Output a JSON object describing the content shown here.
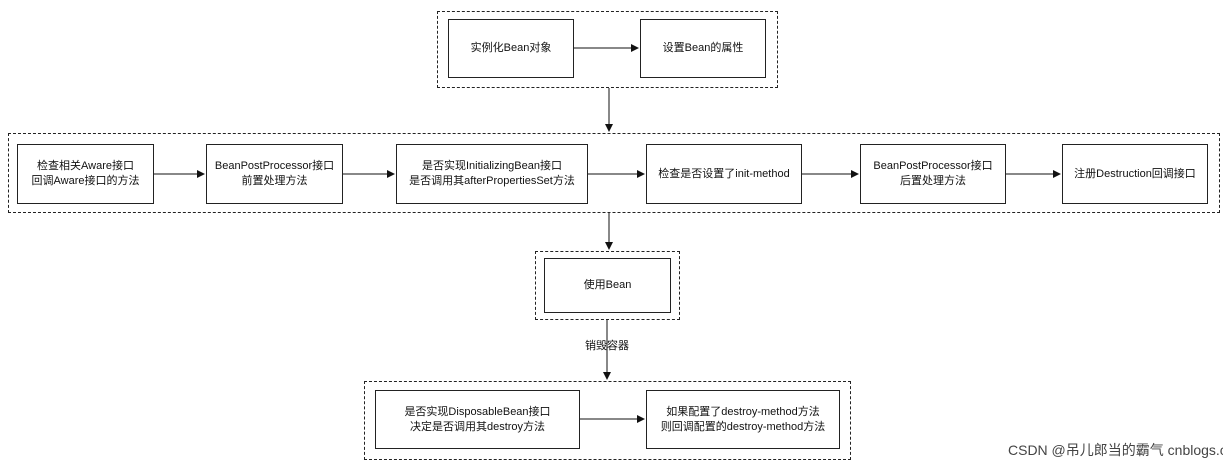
{
  "diagram": {
    "group1": {
      "instantiate": "实例化Bean对象",
      "set_properties": "设置Bean的属性"
    },
    "group2": {
      "aware_line1": "检查相关Aware接口",
      "aware_line2": "回调Aware接口的方法",
      "bpp_before_line1": "BeanPostProcessor接口",
      "bpp_before_line2": "前置处理方法",
      "initbean_line1": "是否实现InitializingBean接口",
      "initbean_line2": "是否调用其afterPropertiesSet方法",
      "init_method": "检查是否设置了init-method",
      "bpp_after_line1": "BeanPostProcessor接口",
      "bpp_after_line2": "后置处理方法",
      "register_destruction": "注册Destruction回调接口"
    },
    "group3": {
      "use_bean": "使用Bean"
    },
    "edge_label_destroy": "销毁容器",
    "group4": {
      "disposable_line1": "是否实现DisposableBean接口",
      "disposable_line2": "决定是否调用其destroy方法",
      "destroy_method_line1": "如果配置了destroy-method方法",
      "destroy_method_line2": "则回调配置的destroy-method方法"
    }
  },
  "watermark": "CSDN @吊儿郎当的霸气  cnblogs.com/beyond"
}
